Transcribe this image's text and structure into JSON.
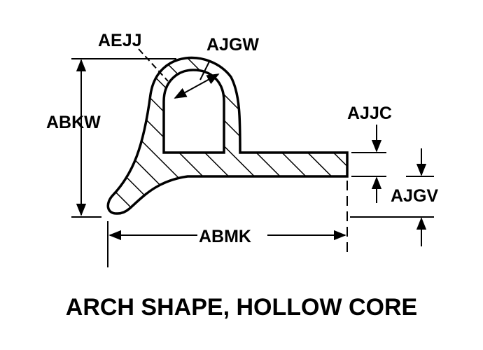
{
  "diagram": {
    "title": "ARCH SHAPE, HOLLOW CORE",
    "labels": {
      "aejj": "AEJJ",
      "ajgw": "AJGW",
      "abkw": "ABKW",
      "ajjc": "AJJC",
      "ajgv": "AJGV",
      "abmk": "ABMK"
    }
  },
  "colors": {
    "ink": "#000000",
    "background": "#ffffff"
  }
}
